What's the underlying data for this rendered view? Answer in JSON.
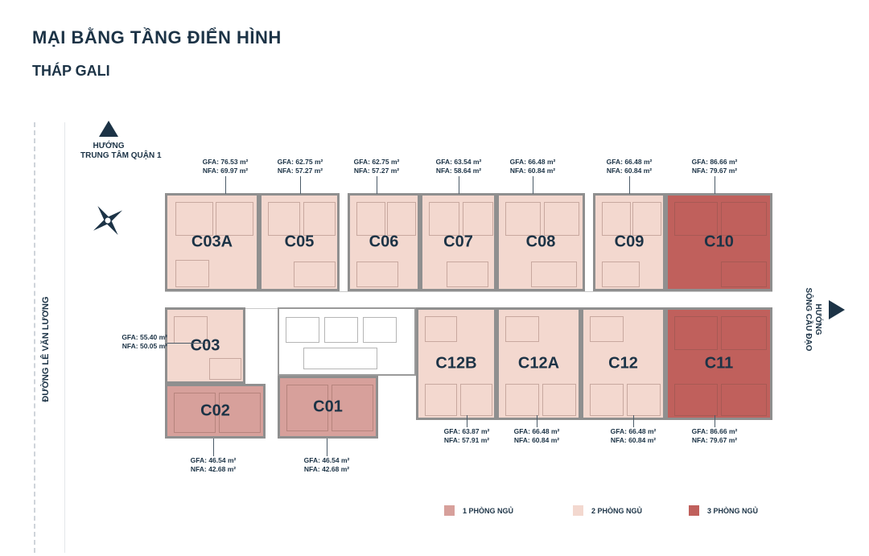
{
  "header": {
    "title": "MẠI BẰNG TẦNG ĐIỂN HÌNH",
    "subtitle": "THÁP GALI"
  },
  "directions": {
    "north": {
      "line1": "HƯỚNG",
      "line2": "TRUNG TÂM QUẬN 1"
    },
    "east": {
      "line1": "HƯỚNG",
      "line2": "SÔNG CẦU ĐẠO"
    },
    "road": "ĐƯỜNG LÊ VĂN LƯƠNG"
  },
  "colors": {
    "one_bedroom": "#d7a09b",
    "two_bedroom": "#f3d8cf",
    "three_bedroom": "#c0605c",
    "text": "#1c3346"
  },
  "units": {
    "c03a": {
      "code": "C03A",
      "gfa": "GFA: 76.53 m²",
      "nfa": "NFA: 69.97 m²",
      "type": "2 PHÒNG NGỦ"
    },
    "c05": {
      "code": "C05",
      "gfa": "GFA: 62.75 m²",
      "nfa": "NFA: 57.27 m²",
      "type": "2 PHÒNG NGỦ"
    },
    "c06": {
      "code": "C06",
      "gfa": "GFA: 62.75 m²",
      "nfa": "NFA: 57.27 m²",
      "type": "2 PHÒNG NGỦ"
    },
    "c07": {
      "code": "C07",
      "gfa": "GFA: 63.54 m²",
      "nfa": "NFA: 58.64 m²",
      "type": "2 PHÒNG NGỦ"
    },
    "c08": {
      "code": "C08",
      "gfa": "GFA: 66.48 m²",
      "nfa": "NFA: 60.84 m²",
      "type": "2 PHÒNG NGỦ"
    },
    "c09": {
      "code": "C09",
      "gfa": "GFA: 66.48 m²",
      "nfa": "NFA: 60.84 m²",
      "type": "2 PHÒNG NGỦ"
    },
    "c10": {
      "code": "C10",
      "gfa": "GFA: 86.66 m²",
      "nfa": "NFA: 79.67 m²",
      "type": "3 PHÒNG NGỦ"
    },
    "c03": {
      "code": "C03",
      "gfa": "GFA: 55.40 m²",
      "nfa": "NFA: 50.05 m²",
      "type": "2 PHÒNG NGỦ"
    },
    "c02": {
      "code": "C02",
      "gfa": "GFA: 46.54 m²",
      "nfa": "NFA: 42.68 m²",
      "type": "1 PHÒNG NGỦ"
    },
    "c01": {
      "code": "C01",
      "gfa": "GFA: 46.54 m²",
      "nfa": "NFA: 42.68 m²",
      "type": "1 PHÒNG NGỦ"
    },
    "c12b": {
      "code": "C12B",
      "gfa": "GFA: 63.87 m²",
      "nfa": "NFA: 57.91 m²",
      "type": "2 PHÒNG NGỦ"
    },
    "c12a": {
      "code": "C12A",
      "gfa": "GFA: 66.48 m²",
      "nfa": "NFA: 60.84 m²",
      "type": "2 PHÒNG NGỦ"
    },
    "c12": {
      "code": "C12",
      "gfa": "GFA: 66.48 m²",
      "nfa": "NFA: 60.84 m²",
      "type": "2 PHÒNG NGỦ"
    },
    "c11": {
      "code": "C11",
      "gfa": "GFA: 86.66 m²",
      "nfa": "NFA: 79.67 m²",
      "type": "3 PHÒNG NGỦ"
    }
  },
  "legend": {
    "one": "1 PHÒNG NGỦ",
    "two": "2 PHÒNG NGỦ",
    "three": "3 PHÒNG NGỦ"
  },
  "icons": {
    "north_arrow": "triangle-up-icon",
    "east_arrow": "triangle-right-icon",
    "compass": "compass-rose-icon"
  }
}
